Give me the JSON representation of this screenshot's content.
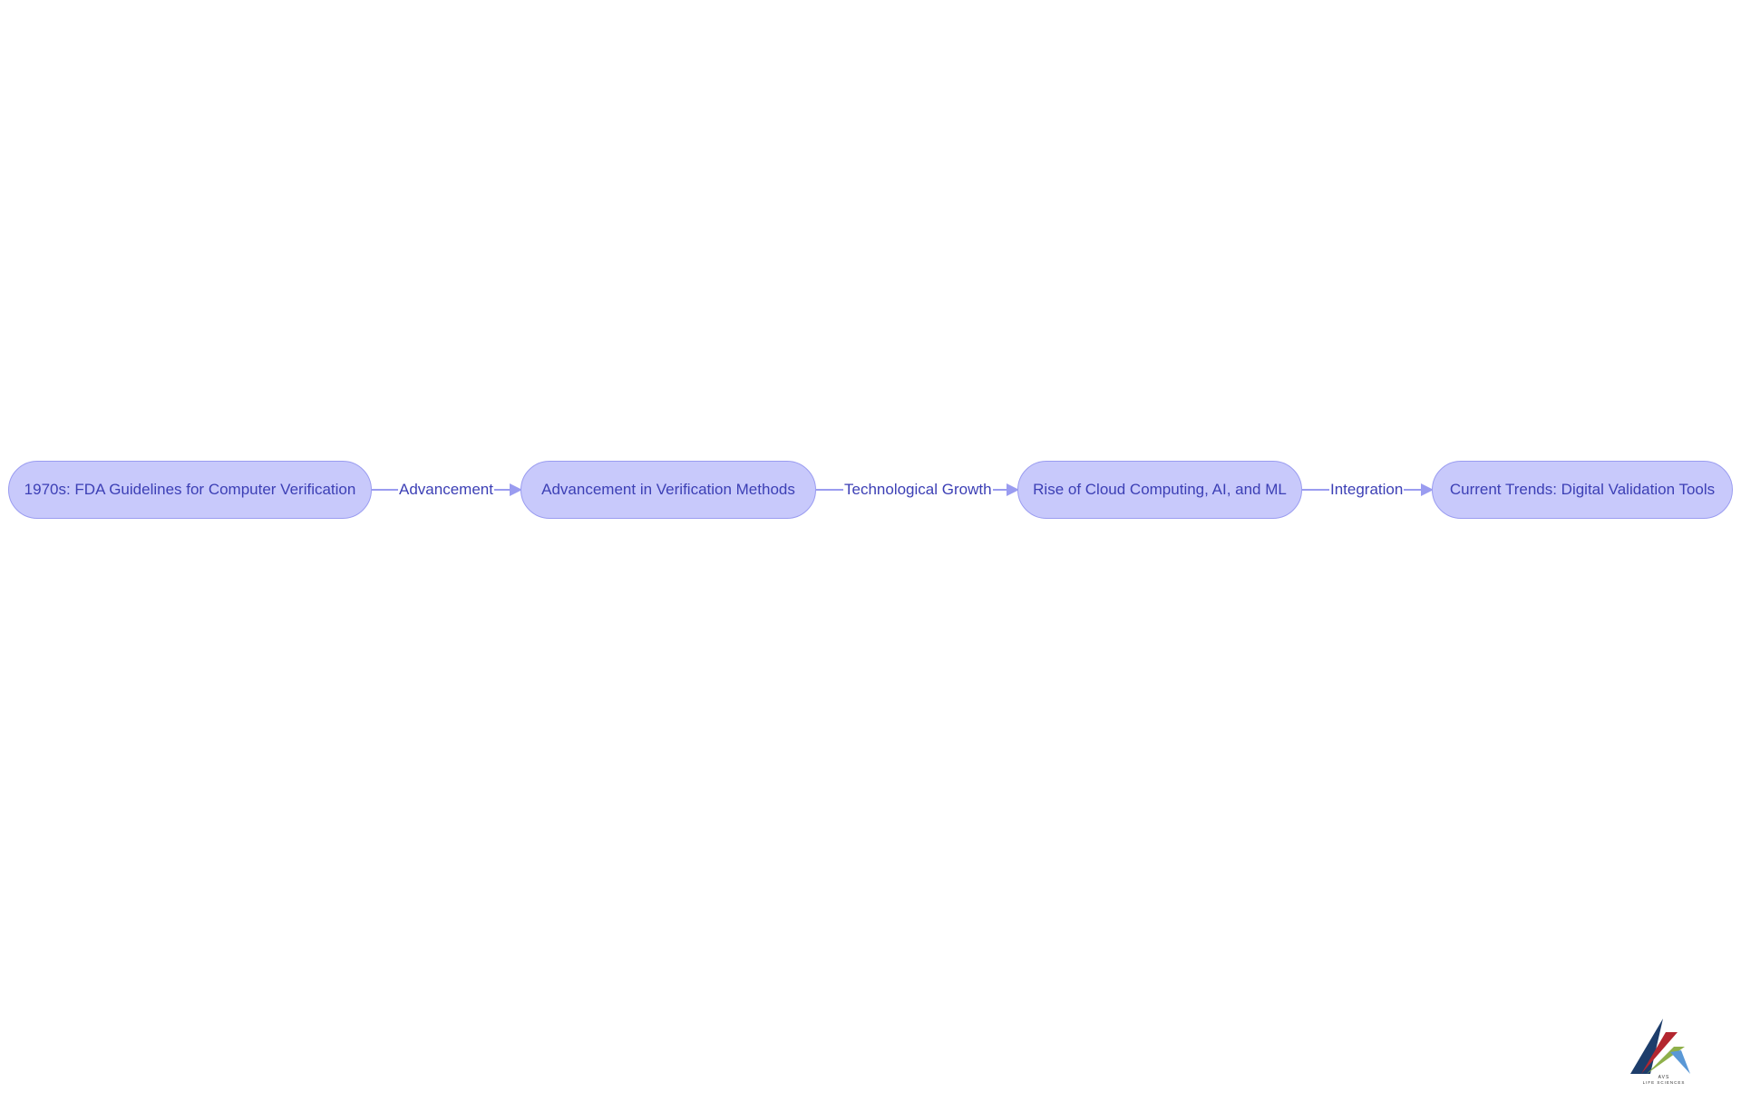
{
  "nodes": [
    {
      "id": "n1",
      "label": "1970s: FDA Guidelines for Computer Verification"
    },
    {
      "id": "n2",
      "label": "Advancement in Verification Methods"
    },
    {
      "id": "n3",
      "label": "Rise of Cloud Computing, AI, and ML"
    },
    {
      "id": "n4",
      "label": "Current Trends: Digital Validation Tools"
    }
  ],
  "edges": [
    {
      "from": "n1",
      "to": "n2",
      "label": "Advancement"
    },
    {
      "from": "n2",
      "to": "n3",
      "label": "Technological Growth"
    },
    {
      "from": "n3",
      "to": "n4",
      "label": "Integration"
    }
  ],
  "colors": {
    "node_fill": "#c8c9fb",
    "node_border": "#9a9cf0",
    "text": "#3c3fb5",
    "edge": "#9a9cf0"
  },
  "logo": {
    "text": "AVS LIFE SCIENCES",
    "icon": "avs-life-sciences-logo-icon"
  }
}
